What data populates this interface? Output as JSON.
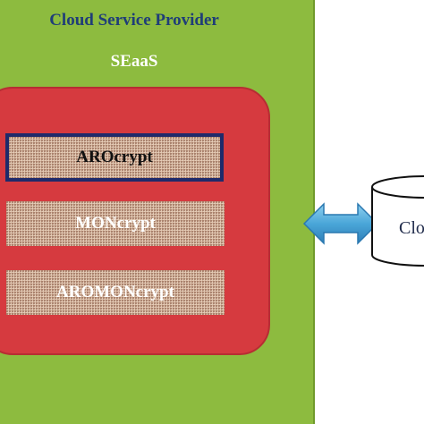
{
  "provider": {
    "title": "Cloud Service Provider",
    "service": "SEaaS"
  },
  "modules": [
    {
      "label": "AROcrypt",
      "highlighted": true
    },
    {
      "label": "MONcrypt",
      "highlighted": false
    },
    {
      "label": "AROMONcrypt",
      "highlighted": false
    }
  ],
  "storage": {
    "label": "Clo"
  },
  "colors": {
    "provider_panel": "#8dbb3f",
    "title_text": "#1f3d78",
    "service_container": "#d63a3f",
    "module_fill": "#d3b49d",
    "highlight_border": "#1f2a6a",
    "arrow": "#4aa6d8"
  }
}
